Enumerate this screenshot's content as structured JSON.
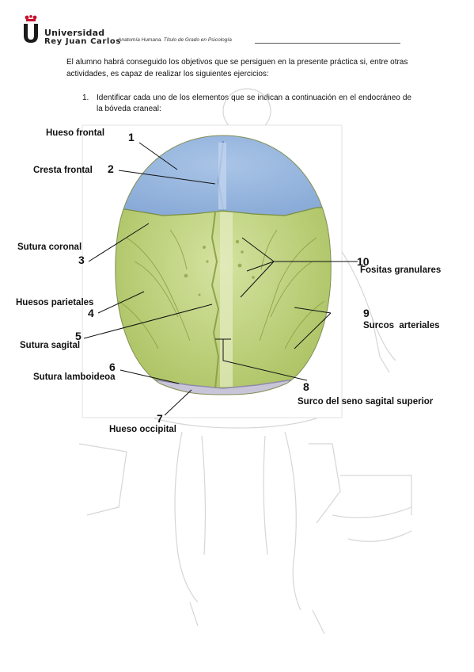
{
  "header": {
    "university_line1": "Universidad",
    "university_line2": "Rey Juan Carlos",
    "course": "Anatomía Humana. Título de Grado en Psicología"
  },
  "intro_text": "El alumno habrá conseguido los objetivos que se persiguen en la presente práctica si, entre otras actividades, es capaz de realizar los siguientes ejercicios:",
  "exercise": {
    "number": "1.",
    "text": "Identificar cada uno de los elementos que se indican a continuación en el endocráneo de la bóveda craneal:"
  },
  "figure": {
    "labels": [
      {
        "id": "1",
        "name": "Hueso frontal"
      },
      {
        "id": "2",
        "name": "Cresta frontal"
      },
      {
        "id": "3",
        "name": "Sutura coronal"
      },
      {
        "id": "4",
        "name": "Huesos parietales"
      },
      {
        "id": "5",
        "name": "Sutura sagital"
      },
      {
        "id": "6",
        "name": "Sutura lamboideoa"
      },
      {
        "id": "7",
        "name": "Hueso occipital"
      },
      {
        "id": "8",
        "name": "Surco del seno sagital superior"
      },
      {
        "id": "9",
        "name": "Surcos  arteriales"
      },
      {
        "id": "10",
        "name": "Fositas granulares"
      }
    ],
    "colors": {
      "frontal": "#93b4de",
      "parietal": "#b7cc6e",
      "occipital": "#c9c5d8",
      "frame": "#ffffff",
      "background_sketch": "#d9d9d9"
    }
  }
}
